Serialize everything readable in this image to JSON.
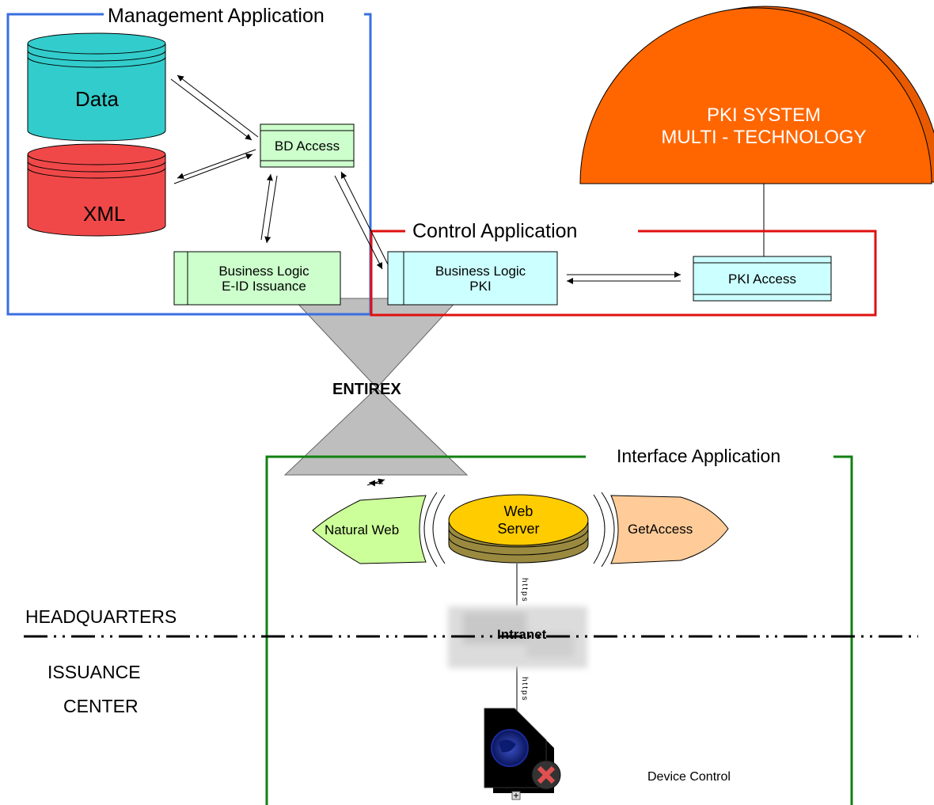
{
  "groups": {
    "management": "Management Application",
    "control": "Control Application",
    "interface": "Interface Application"
  },
  "databases": {
    "data": "Data",
    "xml": "XML"
  },
  "boxes": {
    "bd_access": "BD Access",
    "business_logic_eid": [
      "Business Logic",
      "E-ID Issuance"
    ],
    "business_logic_pki": [
      "Business Logic",
      "PKI"
    ],
    "pki_access": "PKI Access"
  },
  "pki_system": [
    "PKI SYSTEM",
    "MULTI - TECHNOLOGY"
  ],
  "middleware": "ENTIREX",
  "web": {
    "natural_web": "Natural Web",
    "web_server": [
      "Web",
      "Server"
    ],
    "get_access": "GetAccess"
  },
  "protocol": "https",
  "intranet": "Intranet",
  "zones": {
    "headquarters": "HEADQUARTERS",
    "issuance_center": [
      "ISSUANCE",
      "CENTER"
    ]
  },
  "device_control": "Device Control",
  "colors": {
    "management_border": "#3A6FE0",
    "control_border": "#E01010",
    "interface_border": "#128012",
    "data_db": "#33CCCC",
    "xml_db": "#F04848",
    "pki_dome": "#FF6600",
    "box_green": "#CCFFCC",
    "box_cyan": "#CCFFFF",
    "hourglass": "#BEBEBE",
    "web_server": "#FFCC00",
    "natural_web": "#CCFF99",
    "get_access": "#FFCC99"
  }
}
